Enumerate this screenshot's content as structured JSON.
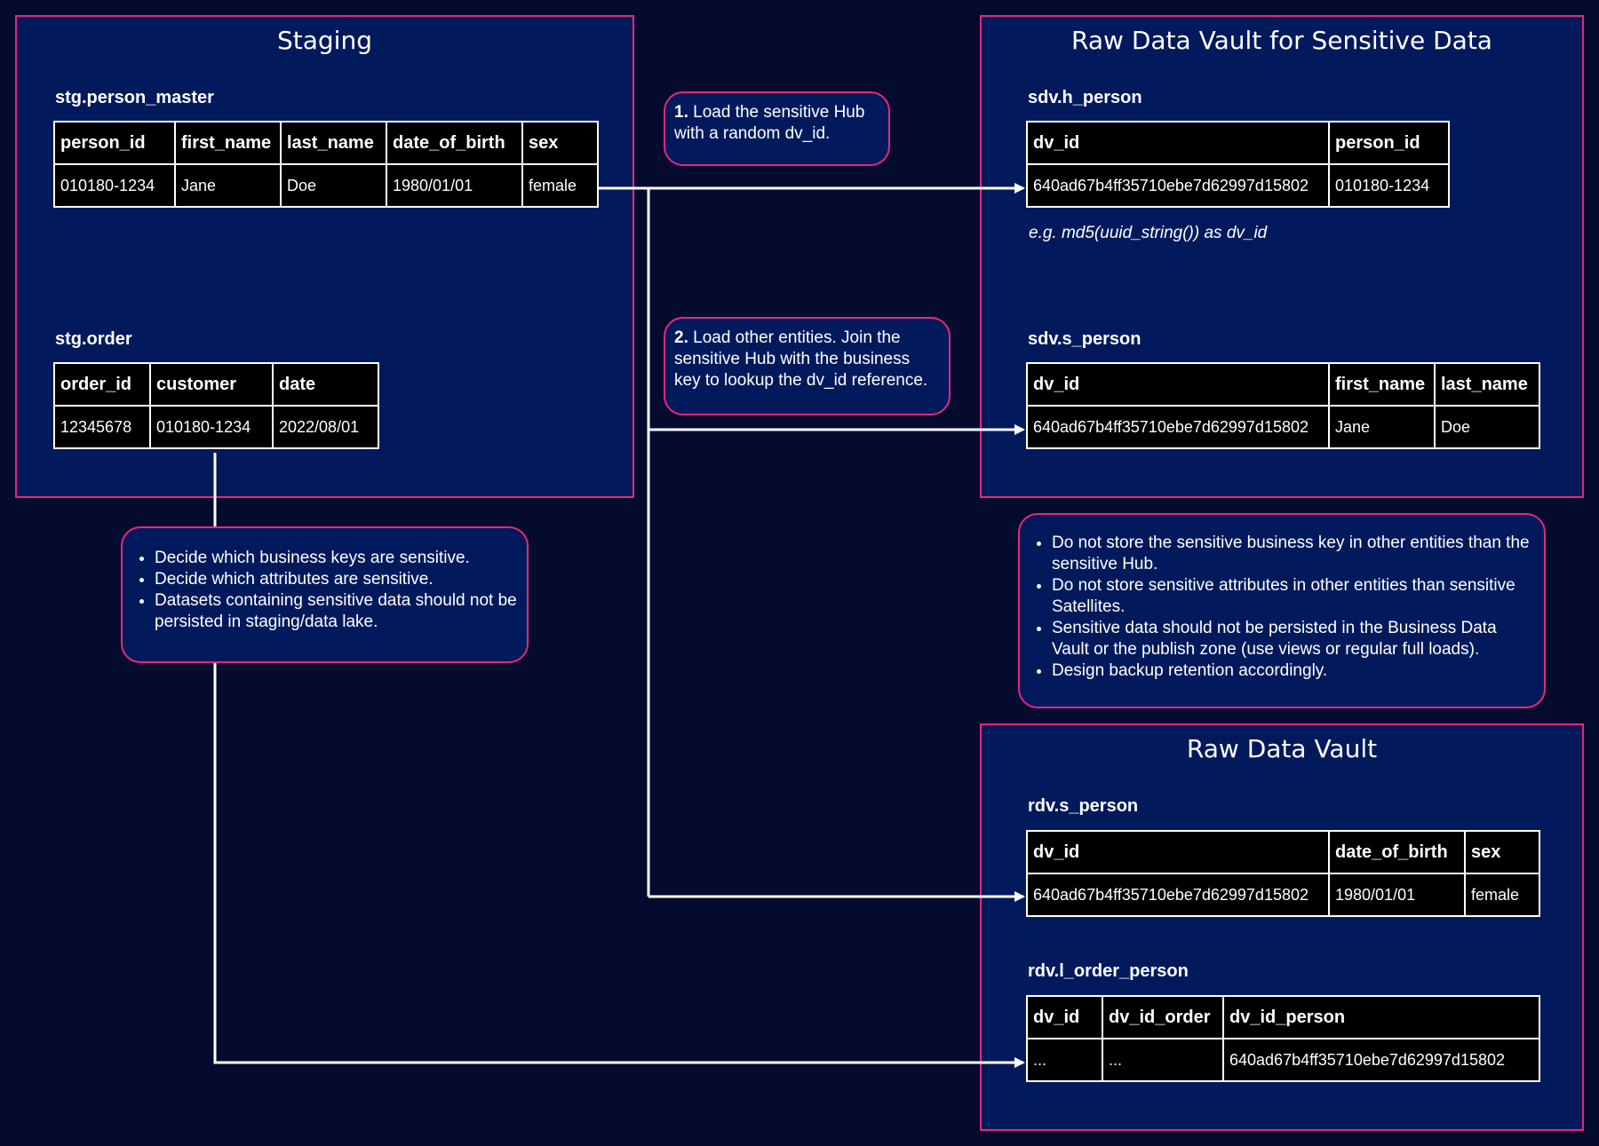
{
  "staging": {
    "title": "Staging",
    "person_master": {
      "name": "stg.person_master",
      "headers": [
        "person_id",
        "first_name",
        "last_name",
        "date_of_birth",
        "sex"
      ],
      "row": [
        "010180-1234",
        "Jane",
        "Doe",
        "1980/01/01",
        "female"
      ]
    },
    "order": {
      "name": "stg.order",
      "headers": [
        "order_id",
        "customer",
        "date"
      ],
      "row": [
        "12345678",
        "010180-1234",
        "2022/08/01"
      ]
    }
  },
  "sdv": {
    "title": "Raw Data Vault for Sensitive Data",
    "h_person": {
      "name": "sdv.h_person",
      "headers": [
        "dv_id",
        "person_id"
      ],
      "row": [
        "640ad67b4ff35710ebe7d62997d15802",
        "010180-1234"
      ],
      "example": "e.g. md5(uuid_string()) as dv_id"
    },
    "s_person": {
      "name": "sdv.s_person",
      "headers": [
        "dv_id",
        "first_name",
        "last_name"
      ],
      "row": [
        "640ad67b4ff35710ebe7d62997d15802",
        "Jane",
        "Doe"
      ]
    }
  },
  "rdv": {
    "title": "Raw Data Vault",
    "s_person": {
      "name": "rdv.s_person",
      "headers": [
        "dv_id",
        "date_of_birth",
        "sex"
      ],
      "row": [
        "640ad67b4ff35710ebe7d62997d15802",
        "1980/01/01",
        "female"
      ]
    },
    "l_order_person": {
      "name": "rdv.l_order_person",
      "headers": [
        "dv_id",
        "dv_id_order",
        "dv_id_person"
      ],
      "row": [
        "...",
        "...",
        "640ad67b4ff35710ebe7d62997d15802"
      ]
    }
  },
  "notes": {
    "step1": {
      "num": "1.",
      "text": " Load the sensitive Hub with a random dv_id."
    },
    "step2": {
      "num": "2.",
      "text": " Load other entities. Join the sensitive Hub with the business key to lookup the dv_id reference."
    },
    "staging_rules": [
      "Decide which business keys are sensitive.",
      "Decide which attributes are sensitive.",
      "Datasets containing sensitive data should not be persisted in staging/data lake."
    ],
    "vault_rules": [
      "Do not store the sensitive business key in other entities than the sensitive Hub.",
      "Do not store sensitive attributes in other entities than sensitive Satellites.",
      "Sensitive data should not be persisted in the Business Data Vault or the publish zone (use views or regular full loads).",
      "Design backup retention accordingly."
    ]
  },
  "colors": {
    "background": "#050b2f",
    "zone_fill": "#021a5c",
    "accent": "#e6287a",
    "line": "#ffffff"
  }
}
